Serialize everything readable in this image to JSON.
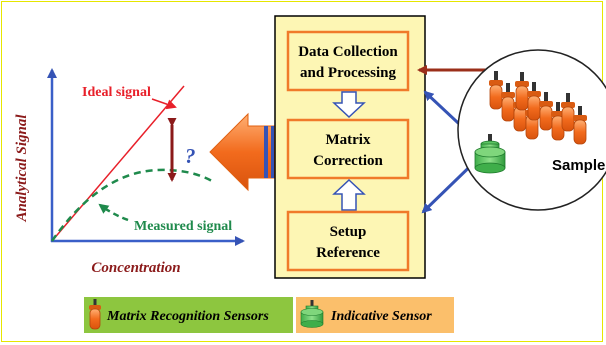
{
  "graph": {
    "ylabel": "Analytical Signal",
    "xlabel": "Concentration",
    "ideal_label": "Ideal signal",
    "measured_label": "Measured signal",
    "question_mark": "?"
  },
  "process": {
    "box1_line1": "Data Collection",
    "box1_line2": "and Processing",
    "box2_line1": "Matrix",
    "box2_line2": "Correction",
    "box3_line1": "Setup",
    "box3_line2": "Reference"
  },
  "sample": {
    "label": "Sample"
  },
  "legend": {
    "matrix_label": "Matrix Recognition Sensors",
    "indicative_label": "Indicative Sensor",
    "matrix_color": "#8dc63f",
    "indicative_color": "#fbbf6b"
  },
  "colors": {
    "ideal": "#e8202a",
    "measured": "#1f8a4c",
    "axis": "#3a5fc8",
    "dark_red": "#8b1a1a",
    "panel": "#fdf6b4",
    "box_border": "#f07a2a",
    "arrow_orange": "#f07a2a",
    "link_blue": "#3553b5",
    "link_brown": "#9b2f1a"
  }
}
